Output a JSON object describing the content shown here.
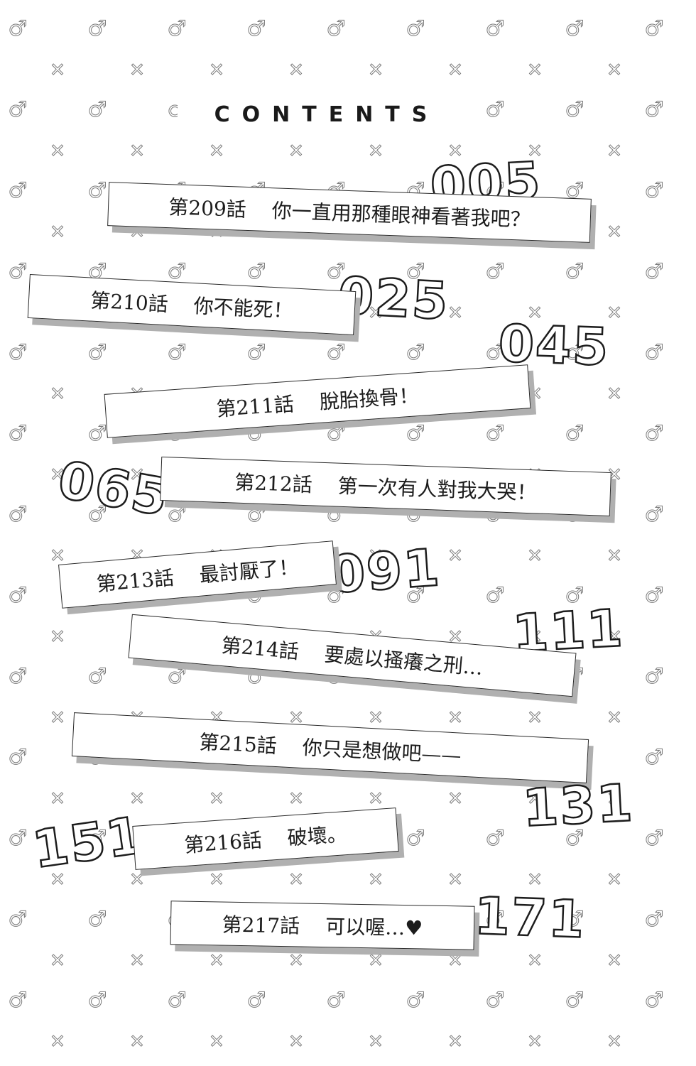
{
  "title": "CONTENTS",
  "symbols": {
    "male": "♂",
    "cross": "✕"
  },
  "chapters": [
    {
      "num": "第209話",
      "title": "你一直用那種眼神看著我吧？",
      "page": "005"
    },
    {
      "num": "第210話",
      "title": "你不能死！",
      "page": "025"
    },
    {
      "num": "第211話",
      "title": "脫胎換骨！",
      "page": "045"
    },
    {
      "num": "第212話",
      "title": "第一次有人對我大哭！",
      "page": "065"
    },
    {
      "num": "第213話",
      "title": "最討厭了！",
      "page": "091"
    },
    {
      "num": "第214話",
      "title": "要處以搔癢之刑…",
      "page": "111"
    },
    {
      "num": "第215話",
      "title": "你只是想做吧——",
      "page": "131"
    },
    {
      "num": "第216話",
      "title": "破壞。",
      "page": "151"
    },
    {
      "num": "第217話",
      "title": "可以喔…♥",
      "page": "171"
    }
  ]
}
